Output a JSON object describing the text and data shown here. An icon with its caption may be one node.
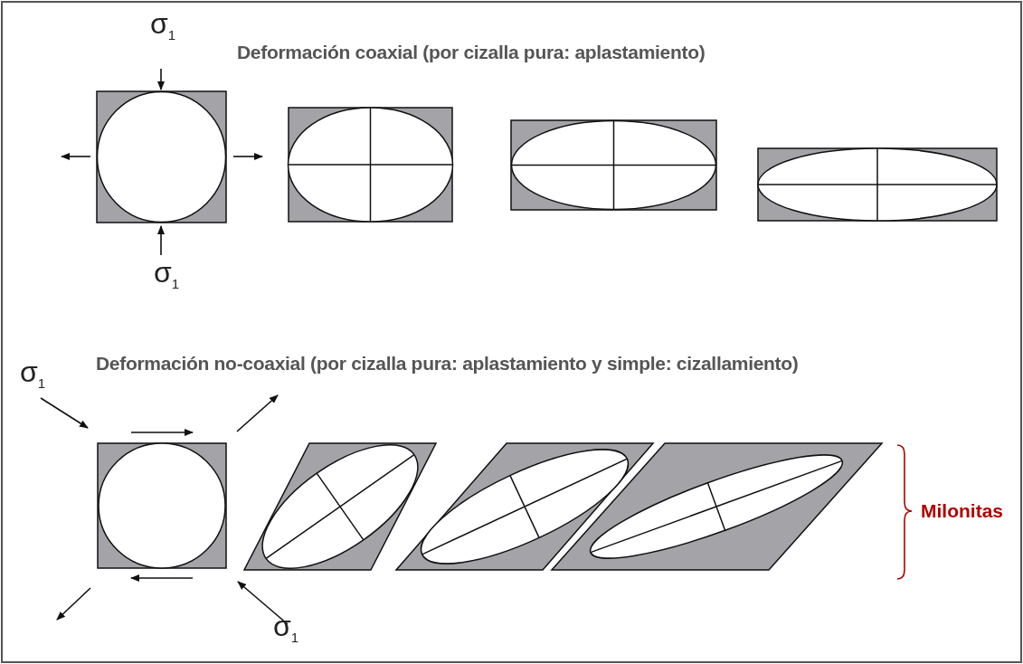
{
  "diagram": {
    "labels": [
      "σ$_{1}$",
      "Deformación coaxial (por cizalla pura: aplastamiento)",
      "σ$_{1}$",
      "σ$_{1}$",
      "Deformación no-coaxial (por cizalla pura: aplastamiento y simple: cizallamiento)",
      "Milonitas",
      "σ$_{1}$"
    ]
  }
}
